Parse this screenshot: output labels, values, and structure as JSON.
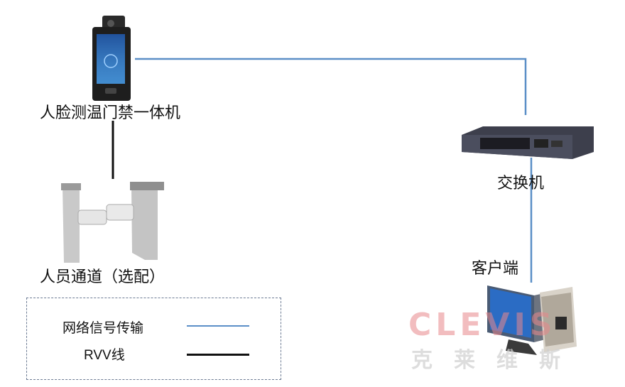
{
  "nodes": {
    "terminal": {
      "label": "人脸测温门禁一体机"
    },
    "gate": {
      "label": "人员通道（选配）"
    },
    "switch": {
      "label": "交换机"
    },
    "client": {
      "label": "客户端"
    }
  },
  "legend": {
    "network": {
      "label": "网络信号传输",
      "color": "#5b8fc7"
    },
    "rvv": {
      "label": "RVV线",
      "color": "#111111"
    }
  },
  "watermark": {
    "text": "CLEVIS",
    "subtext": "克莱维斯",
    "color": "#e8888c",
    "subcolor": "#cfcfcf"
  },
  "colors": {
    "network_line": "#5b8fc7",
    "rvv_line": "#111111"
  }
}
